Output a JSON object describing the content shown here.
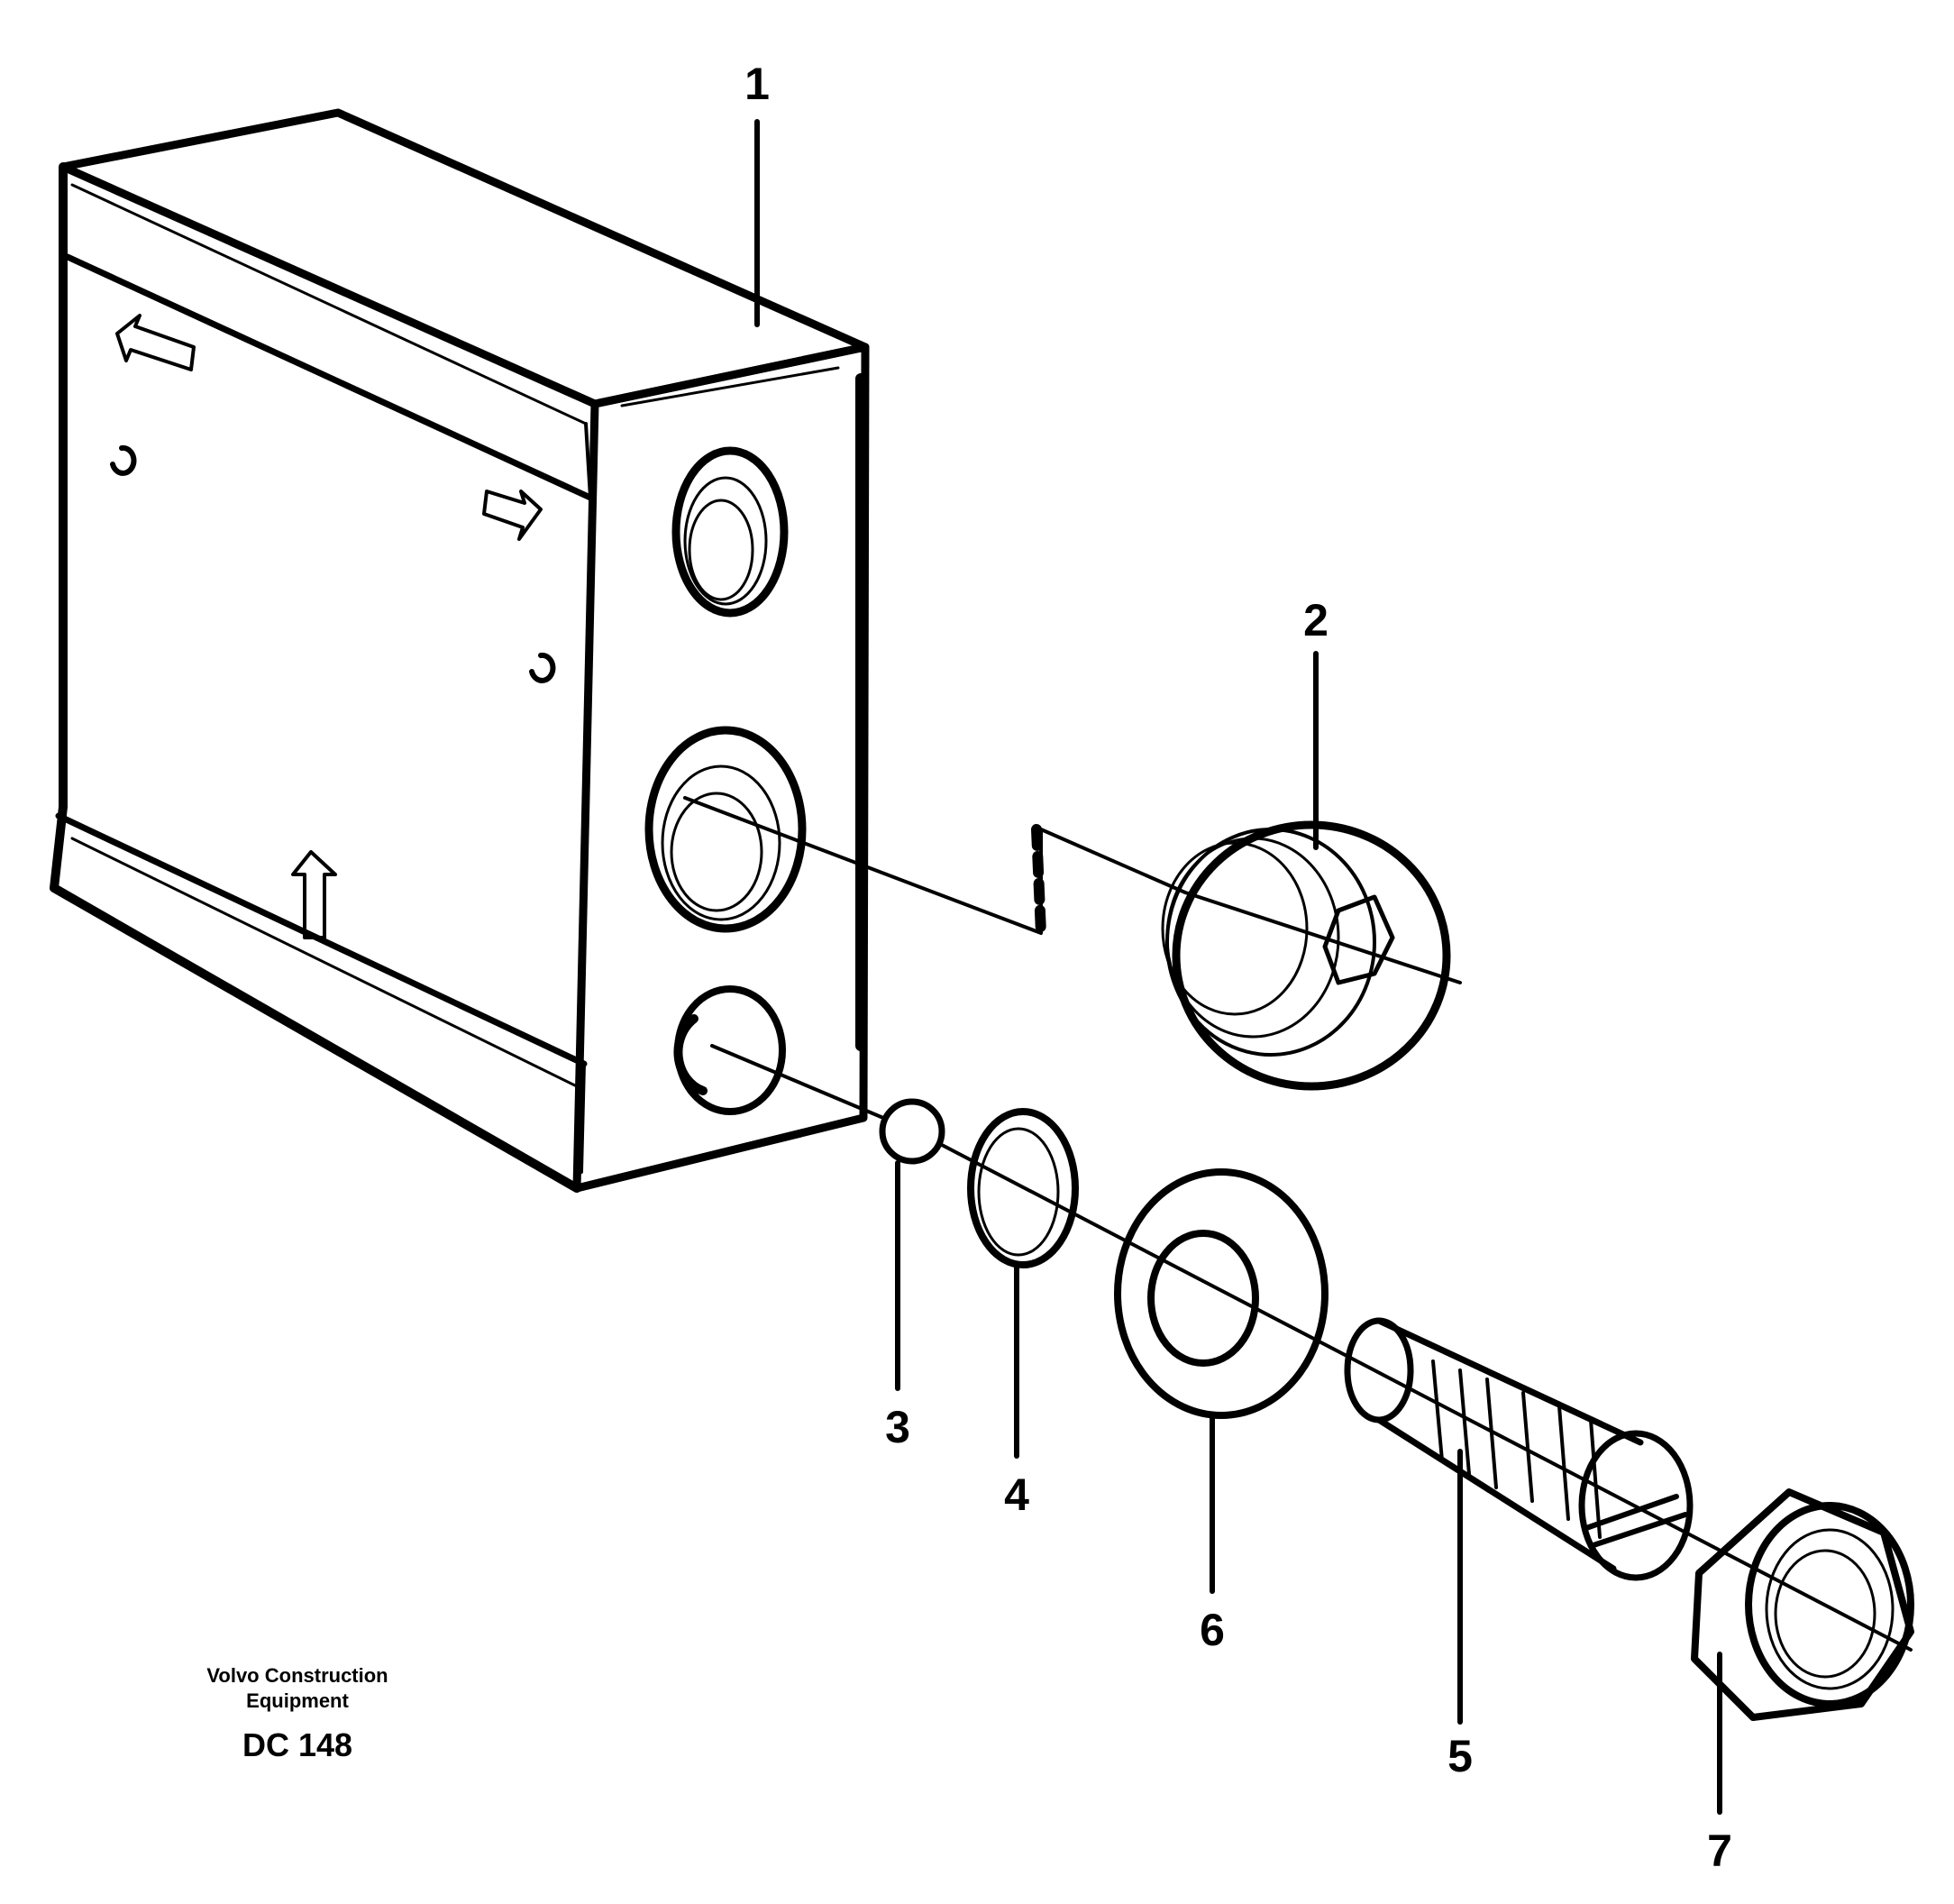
{
  "callouts": [
    "1",
    "2",
    "3",
    "4",
    "5",
    "6",
    "7"
  ],
  "credit": {
    "line1": "Volvo Construction",
    "line2": "Equipment",
    "code": "DC 148"
  }
}
